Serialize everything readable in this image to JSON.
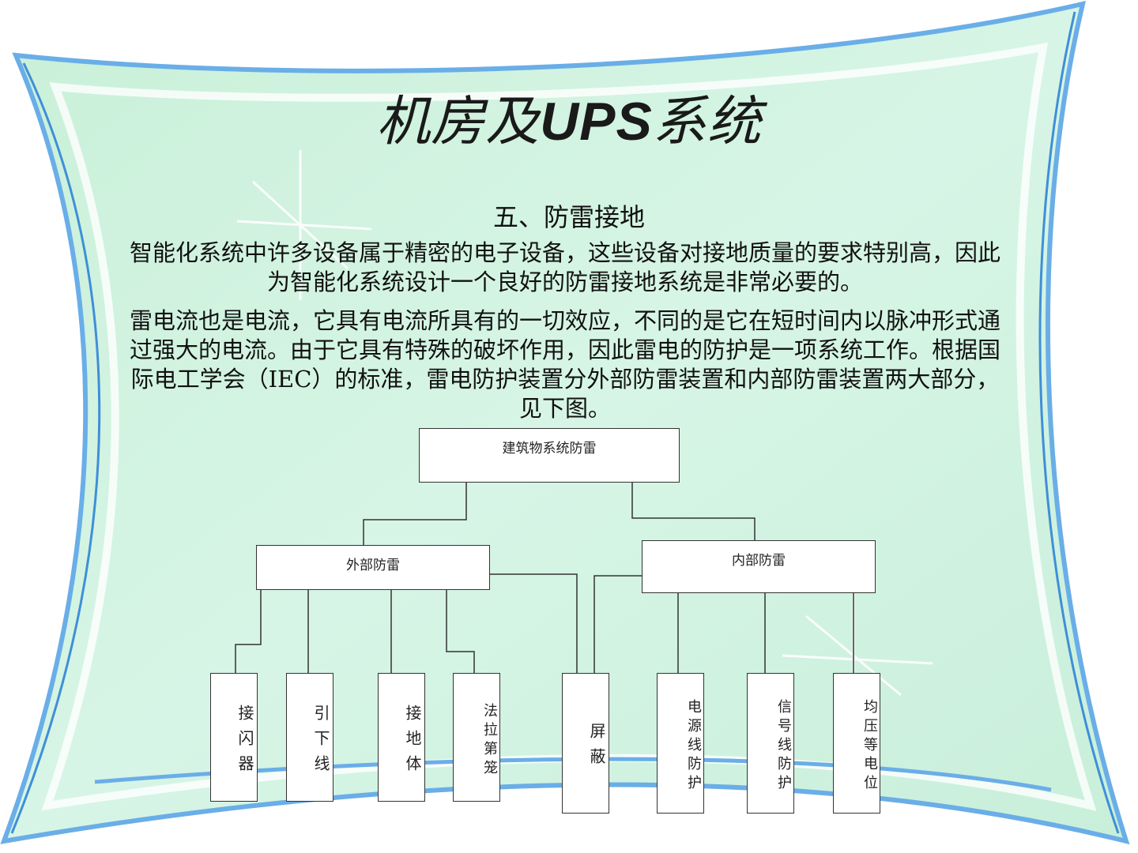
{
  "title": {
    "cjk_prefix": "机房及",
    "latin": "UPS",
    "cjk_suffix": "系统"
  },
  "section_heading": "五、防雷接地",
  "paragraph_1": "智能化系统中许多设备属于精密的电子设备，这些设备对接地质量的要求特别高，因此为智能化系统设计一个良好的防雷接地系统是非常必要的。",
  "paragraph_2": "雷电流也是电流，它具有电流所具有的一切效应，不同的是它在短时间内以脉冲形式通过强大的电流。由于它具有特殊的破坏作用，因此雷电的防护是一项系统工作。根据国际电工学会（IEC）的标准，雷电防护装置分外部防雷装置和内部防雷装置两大部分，见下图。",
  "diagram": {
    "root": "建筑物系统防雷",
    "external": {
      "label": "外部防雷",
      "children": [
        "接闪器",
        "引下线",
        "接地体",
        "法拉第笼"
      ]
    },
    "shielding": "屏蔽",
    "internal": {
      "label": "内部防雷",
      "children": [
        "电源线防护",
        "信号线防护",
        "均压等电位"
      ]
    }
  },
  "colors": {
    "frame_blue": "#6aaee8",
    "panel_fill": "#d2f3e2",
    "accent_green": "#bfeecf"
  }
}
